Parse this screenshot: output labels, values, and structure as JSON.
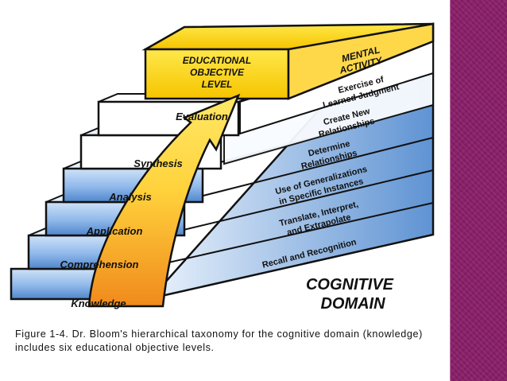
{
  "diagram": {
    "header": {
      "line1": "EDUCATIONAL",
      "line2": "OBJECTIVE",
      "line3": "LEVEL",
      "right_line1": "MENTAL",
      "right_line2": "ACTIVITY"
    },
    "levels": [
      {
        "name": "Knowledge",
        "desc1": "Recall and Recognition",
        "desc2": ""
      },
      {
        "name": "Comprehension",
        "desc1": "Translate, Interpret,",
        "desc2": "and Extrapolate"
      },
      {
        "name": "Application",
        "desc1": "Use of Generalizations",
        "desc2": "in Specific Instances"
      },
      {
        "name": "Analysis",
        "desc1": "Determine",
        "desc2": "Relationships"
      },
      {
        "name": "Synthesis",
        "desc1": "Create New",
        "desc2": "Relationships"
      },
      {
        "name": "Evaluation",
        "desc1": "Exercise of",
        "desc2": "Learned Judgment"
      }
    ],
    "domain_line1": "COGNITIVE",
    "domain_line2": "DOMAIN"
  },
  "caption": "Figure 1-4. Dr. Bloom's hierarchical taxonomy for the cognitive domain (knowledge) includes six educational objective levels.",
  "colors": {
    "step_blue": "#9fc4ee",
    "step_white": "#ffffff",
    "arrow_orange": "#f39c24",
    "arrow_yellow": "#ffe35a",
    "top_yellow": "#ffe020",
    "side_panel": "#8a1f6a"
  }
}
